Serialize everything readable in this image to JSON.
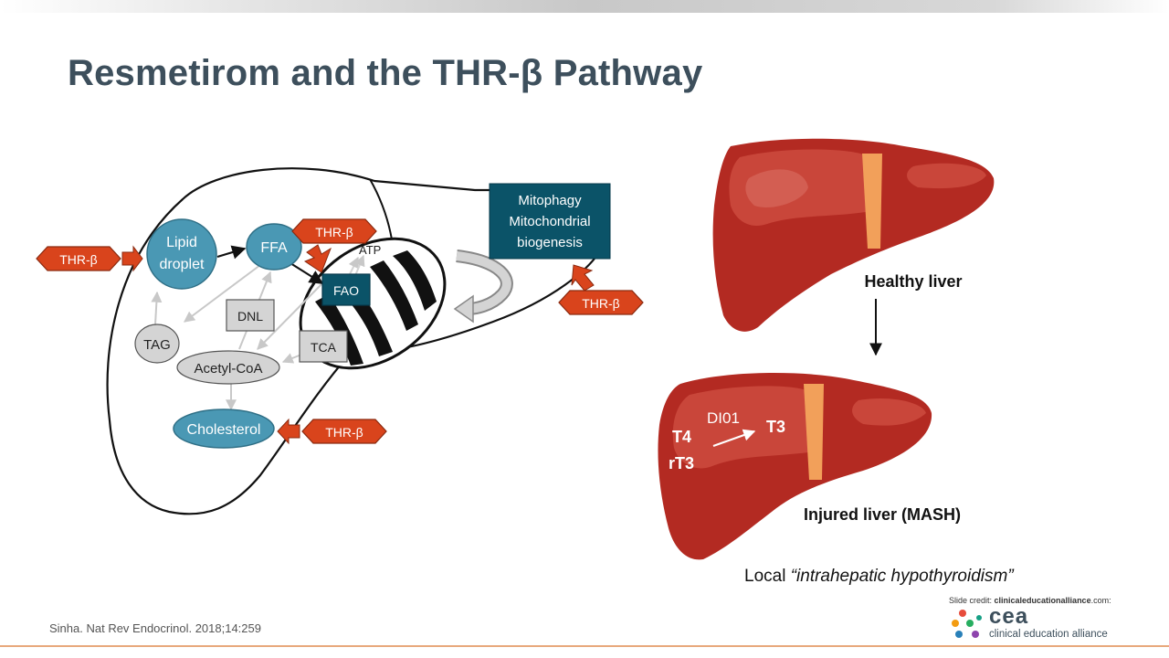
{
  "slide": {
    "title": "Resmetirom and the THR-β Pathway",
    "citation": "Sinha. Nat Rev Endocrinol. 2018;14:259",
    "credit_prefix": "Slide credit: ",
    "credit_site": "clinicaleducationalliance",
    "credit_suffix": ".com:",
    "logo_word": "cea",
    "logo_sub": "clinical education alliance"
  },
  "diagram": {
    "thr_label": "THR-β",
    "lipid_droplet_line1": "Lipid",
    "lipid_droplet_line2": "droplet",
    "ffa": "FFA",
    "fao": "FAO",
    "atp": "ATP",
    "dnl": "DNL",
    "tag": "TAG",
    "tca": "TCA",
    "acetyl_coa": "Acetyl-CoA",
    "cholesterol": "Cholesterol",
    "mito_line1": "Mitophagy",
    "mito_line2": "Mitochondrial",
    "mito_line3": "biogenesis"
  },
  "livers": {
    "healthy_label": "Healthy liver",
    "injured_label": "Injured liver (MASH)",
    "t4": "T4",
    "rt3": "rT3",
    "di01": "DI01",
    "t3": "T3",
    "local_prefix": "Local ",
    "local_italic": "“intrahepatic hypothyroidism”"
  },
  "colors": {
    "thr_fill": "#d9441c",
    "teal_fill": "#4a98b4",
    "dark_teal": "#0b5368",
    "liver_red": "#b32a22",
    "title": "#3d4f5c"
  }
}
